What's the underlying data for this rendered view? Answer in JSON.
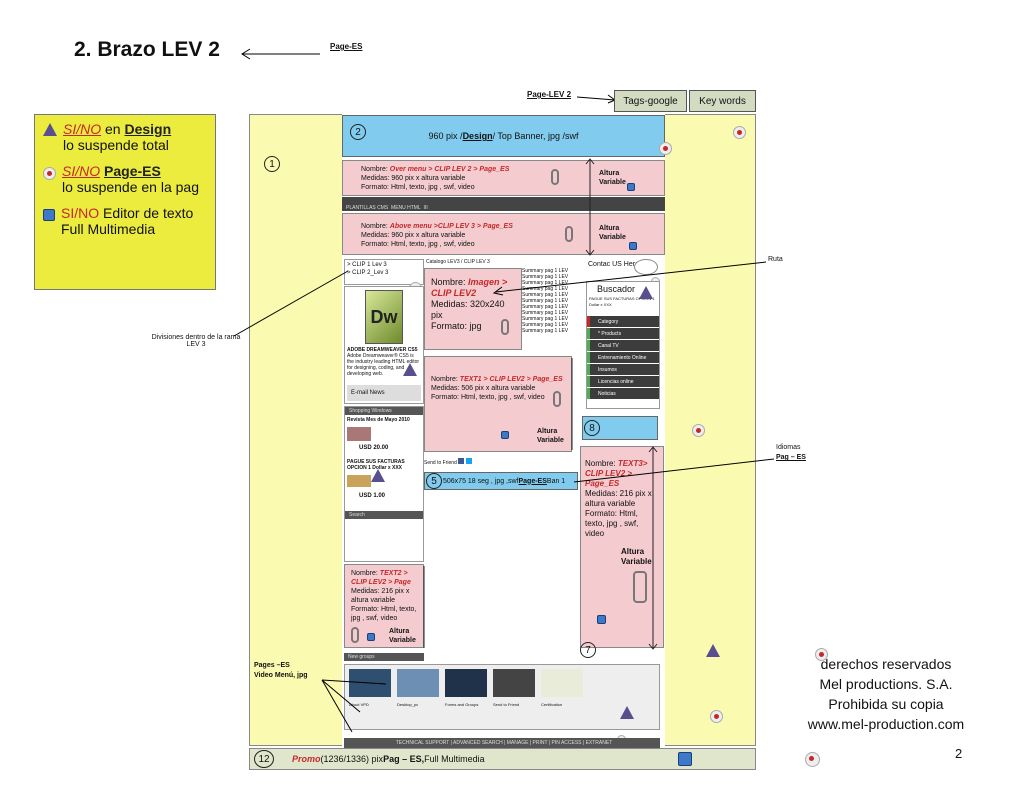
{
  "header": {
    "title": "2. Brazo LEV 2",
    "page_link": "Page-ES",
    "page_lev2": "Page-LEV 2",
    "tags_btn": "Tags-google",
    "keywords_btn": "Key words"
  },
  "legend": {
    "row1_a": "SI/NO",
    "row1_b": " en ",
    "row1_c": "Design",
    "row1_d": "lo suspende total",
    "row2_a": "SI/NO",
    "row2_b": "Page-ES",
    "row2_c": "lo suspende en la pag",
    "row3_a": "SI/NO",
    "row3_b": " Editor de texto",
    "row3_c": "Full Multimedia"
  },
  "nums": {
    "n1": "1",
    "n2": "2",
    "n5": "5",
    "n7": "7",
    "n8": "8",
    "n12": "12"
  },
  "banner": {
    "pre": "960 pix / ",
    "design": "Design",
    "post": " / Top Banner, jpg /swf"
  },
  "over_menu": {
    "nombre": "Nombre: ",
    "name": "Over menu > CLIP LEV 2 > Page_ES",
    "line2": "Medidas: 960 pix x altura variable",
    "line3": "Formato: Html, texto, jpg , swf, video",
    "altura": "Altura Variable"
  },
  "nav_bar": {
    "a": "PLANTILLAS CMS",
    "b": "MENU HTML",
    "c": "III"
  },
  "above_menu": {
    "nombre": "Nombre: ",
    "name": "Above menu >CLIP LEV 3 > Page_ES",
    "line2": "Medidas: 960 pix x altura variable",
    "line3": "Formato: Html, texto, jpg , swf, video",
    "altura": "Altura Variable"
  },
  "left_col": {
    "clip1": "> CLIP 1 Lev 3",
    "clip2": "> CLIP 2_Lev 3",
    "product_title": "ADOBE DREAMWEAVER CS5",
    "product_desc": "Adobe Dreamweaver® CS5 is the industry leading HTML editor for designing, coding, and developing web.",
    "email": "E-mail News",
    "shop_title": "Shopping Windows",
    "shop_item1": "Revista Mes de Mayo 2010",
    "shop_price1": "USD 20.00",
    "shop_item2": "PAGUE SUS FACTURAS OPCION 1 Dollar x XXX",
    "shop_price2": "USD 1.00",
    "search": "Search",
    "new_groups": "New groups"
  },
  "breadcrumb": "Catalogo LEV3 / CLIP LEV 3",
  "imagen": {
    "nombre": "Nombre: ",
    "name": "Imagen > CLIP LEV2",
    "medidas": "Medidas: 320x240 pix",
    "formato": "Formato:  jpg"
  },
  "summary_items": [
    "Summary pag 1 LEV",
    "Summary pag 1 LEV",
    "Summary pag 1 LEV",
    "Summary pag 1 LEV",
    "Summary pag 1 LEV",
    "Summary pag 1 LEV",
    "Summary pag 1 LEV",
    "Summary pag 1 LEV",
    "Summary pag 1 LEV",
    "Summary pag 1 LEV",
    "Summary pag 1 LEV"
  ],
  "text1": {
    "nombre": "Nombre: ",
    "name": "TEXT1 > CLIP LEV2 > Page_ES",
    "line2": "Medidas: 506 pix x altura variable",
    "line3": "Formato: Html, texto, jpg , swf, video",
    "altura": "Altura Variable"
  },
  "send_bar": "Send to Friend",
  "ban5": {
    "pre": "506x75 18 seg , jpg ,swf ",
    "page": "Page-ES",
    "post": " Ban 1"
  },
  "text2": {
    "nombre": "Nombre: ",
    "name": "TEXT2 > CLIP LEV2 > Page",
    "line2": "Medidas: 216 pix x altura variable",
    "line3": "Formato: Html, texto, jpg , swf, video",
    "altura": "Altura Variable"
  },
  "right_col": {
    "contact": "Contac US Here..!",
    "buscador": "Buscador",
    "buscador_sub": "PAGUE SUS FACTURAS OPCION 1 Dollar x XXX",
    "menu": [
      "Category",
      "* Products",
      "Canal TV",
      "Entrenamiento Online",
      "Insumos",
      "Licencias online",
      "Noticias"
    ]
  },
  "text3": {
    "nombre": "Nombre: ",
    "name": "TEXT3> CLIP LEV2 > Page_ES",
    "line2": "Medidas: 216 pix x altura variable",
    "line3": "Formato: Html, texto, jpg , swf, video",
    "altura": "Altura Variable"
  },
  "gallery": {
    "items": [
      "About VPD",
      "Desktop_pc",
      "Forms and Groups",
      "Send to Friend",
      "Certification"
    ],
    "bottom": "TECHNICAL SUPPORT | ADVANCED SEARCH | MANAGE | PRINT | PIN ACCESS | EXTRANET"
  },
  "promo": {
    "word": "Promo",
    "mid": " (1236/1336) pix ",
    "page": "Pag – ES,",
    "post": " Full Multimedia"
  },
  "annotations": {
    "ruta": "Ruta",
    "divisiones": "Divisiones dentro de la rama  LEV 3",
    "idiomas": "Idiomas",
    "pag_es": "Pag – ES",
    "pages_es": "Pages –ES",
    "video_menu": "Video Menú, jpg"
  },
  "footer": {
    "l1": "derechos reservados",
    "l2": "Mel productions. S.A.",
    "l3": "Prohibida su copia",
    "l4": "www.mel-production.com",
    "page": "2"
  }
}
